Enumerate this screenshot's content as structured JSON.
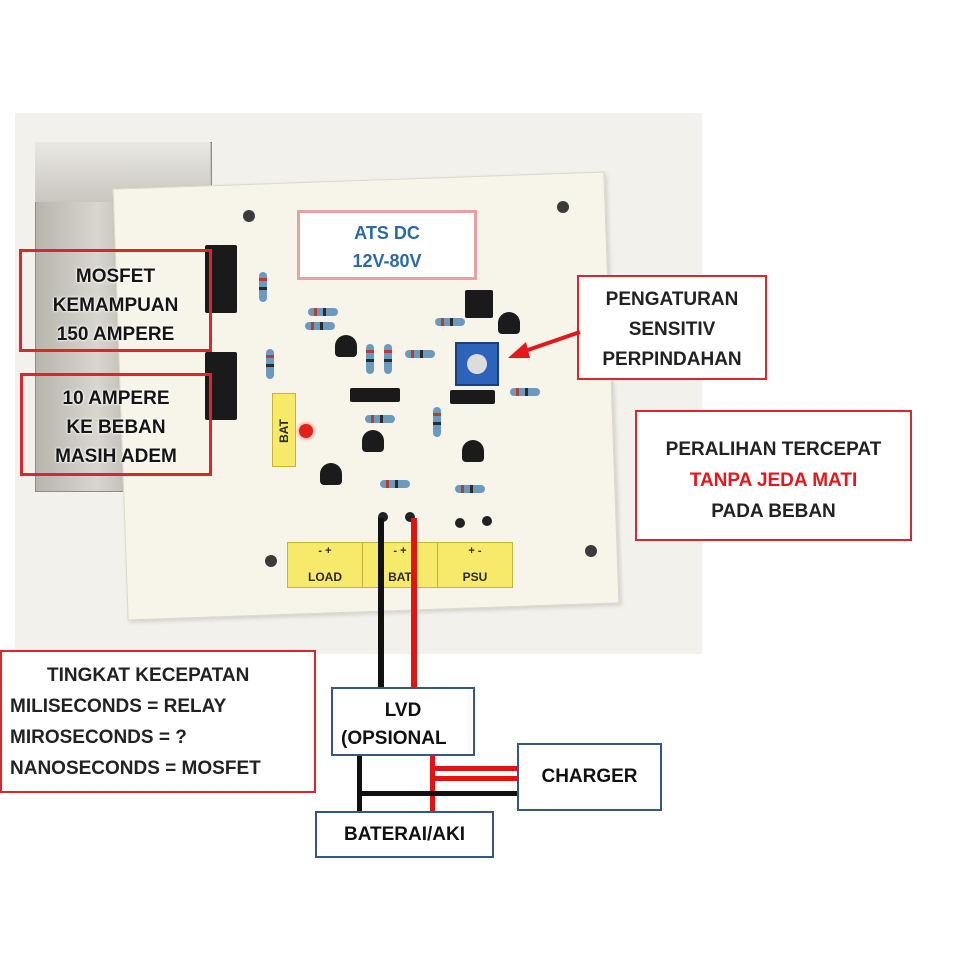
{
  "board": {
    "title_line1": "ATS DC",
    "title_line2": "12V-80V",
    "bat_label": "BAT",
    "terminals": [
      {
        "sign": "- +",
        "name": "LOAD"
      },
      {
        "sign": "- +",
        "name": "BAT"
      },
      {
        "sign": "+ -",
        "name": "PSU"
      }
    ]
  },
  "callouts": {
    "mosfet": {
      "line1": "MOSFET",
      "line2": "KEMAMPUAN",
      "line3": "150 AMPERE"
    },
    "load": {
      "line1": "10 AMPERE",
      "line2": "KE BEBAN",
      "line3": "MASIH ADEM"
    },
    "sensitivity": {
      "line1": "PENGATURAN",
      "line2": "SENSITIV",
      "line3": "PERPINDAHAN"
    },
    "switching": {
      "line1": "PERALIHAN TERCEPAT",
      "line2": "TANPA JEDA MATI",
      "line3": "PADA BEBAN"
    },
    "speed": {
      "heading": "TINGKAT KECEPATAN",
      "line1": "MILISECONDS = RELAY",
      "line2": "MIROSECONDS = ?",
      "line3": "NANOSECONDS = MOSFET"
    }
  },
  "diagram": {
    "lvd_line1": "LVD",
    "lvd_line2": "(OPSIONAL",
    "charger": "CHARGER",
    "battery": "BATERAI/AKI"
  },
  "colors": {
    "callout_border": "#d9272e",
    "box_border": "#34587f",
    "highlight_text": "#e3171c",
    "wire_positive": "#e11414",
    "wire_negative": "#111111"
  }
}
